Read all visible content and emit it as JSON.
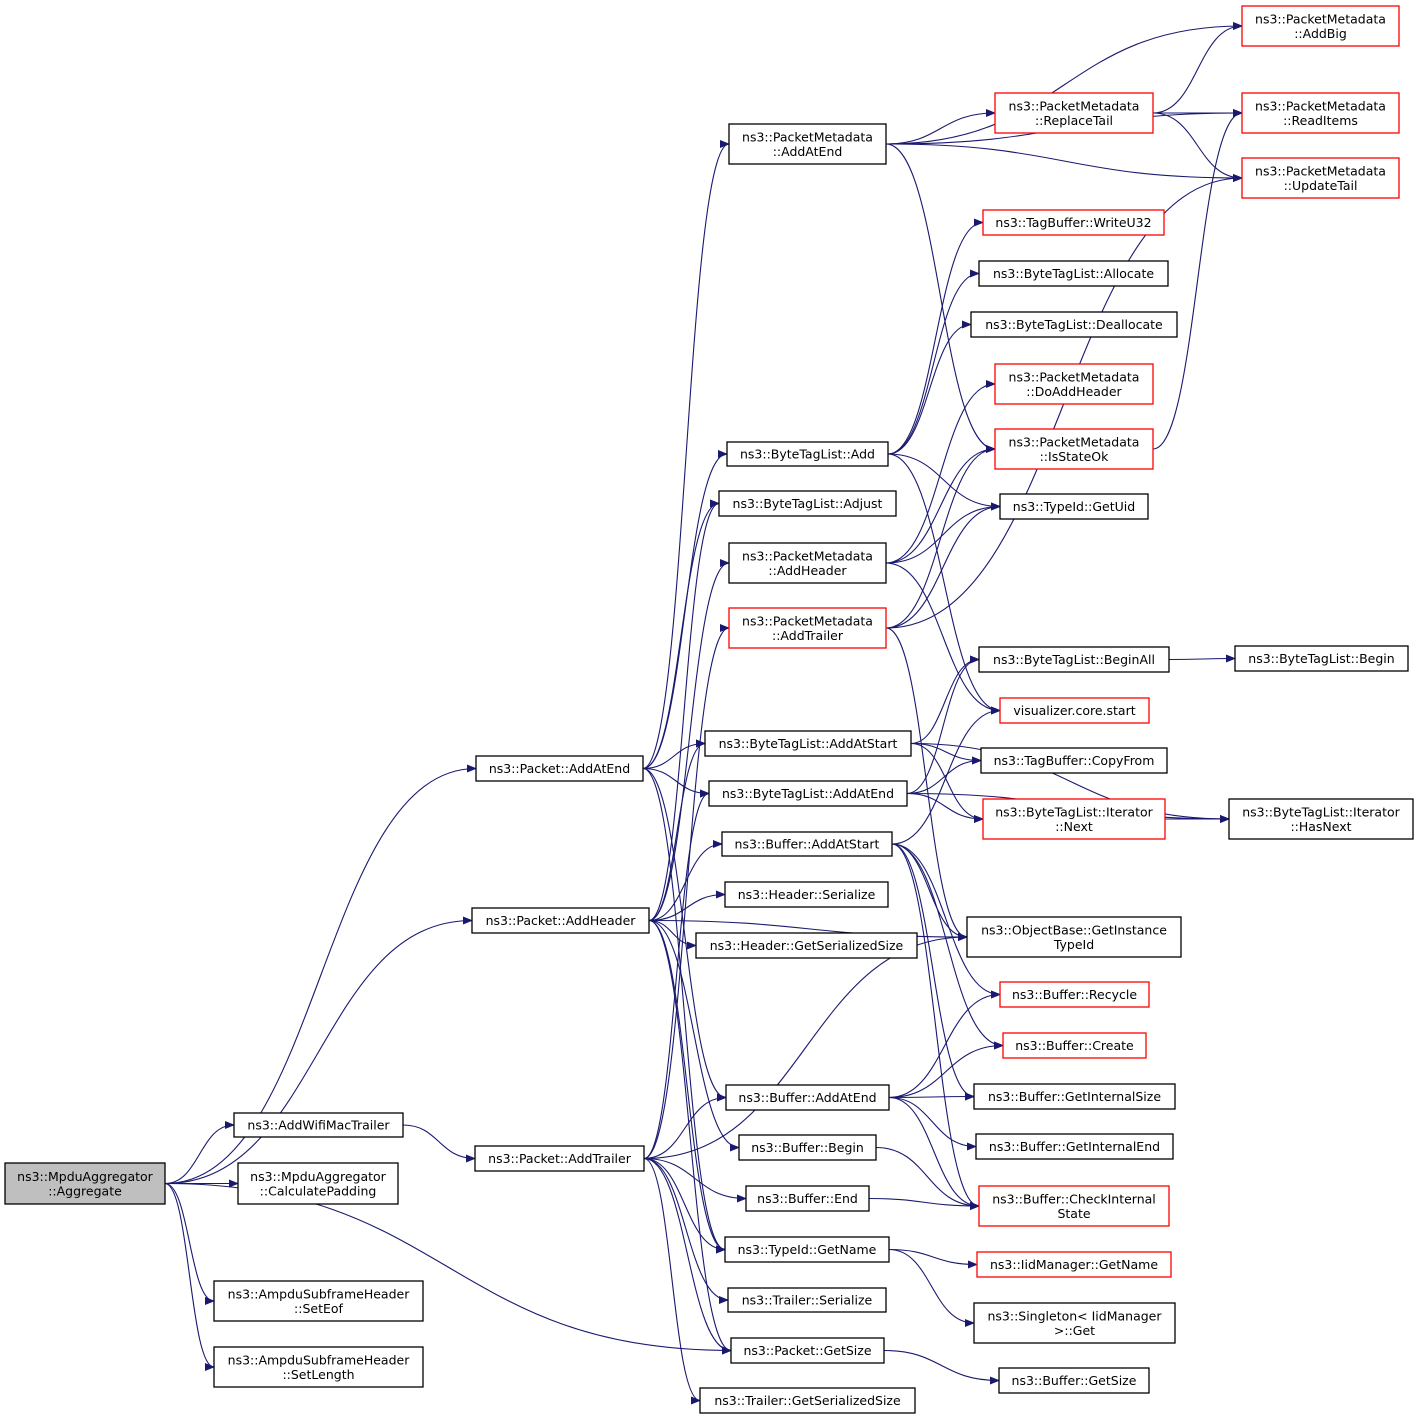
{
  "graph": {
    "colors": {
      "edge": "#191970",
      "node_border": "#000000",
      "incomplete_border": "#ff0000",
      "root_fill": "#bfbfbf",
      "node_fill": "#ffffff"
    },
    "nodes": [
      {
        "id": "aggregate",
        "lines": [
          "ns3::MpduAggregator",
          "::Aggregate"
        ],
        "root": true
      },
      {
        "id": "pkt_addatend",
        "lines": [
          "ns3::Packet::AddAtEnd"
        ]
      },
      {
        "id": "pkt_addheader",
        "lines": [
          "ns3::Packet::AddHeader"
        ]
      },
      {
        "id": "addwifimactrailer",
        "lines": [
          "ns3::AddWifiMacTrailer"
        ]
      },
      {
        "id": "calcpadding",
        "lines": [
          "ns3::MpduAggregator",
          "::CalculatePadding"
        ]
      },
      {
        "id": "seteof",
        "lines": [
          "ns3::AmpduSubframeHeader",
          "::SetEof"
        ]
      },
      {
        "id": "setlength",
        "lines": [
          "ns3::AmpduSubframeHeader",
          "::SetLength"
        ]
      },
      {
        "id": "pkt_addtrailer",
        "lines": [
          "ns3::Packet::AddTrailer"
        ]
      },
      {
        "id": "pm_addatend",
        "lines": [
          "ns3::PacketMetadata",
          "::AddAtEnd"
        ]
      },
      {
        "id": "btl_add",
        "lines": [
          "ns3::ByteTagList::Add"
        ]
      },
      {
        "id": "btl_adjust",
        "lines": [
          "ns3::ByteTagList::Adjust"
        ]
      },
      {
        "id": "pm_addheader",
        "lines": [
          "ns3::PacketMetadata",
          "::AddHeader"
        ]
      },
      {
        "id": "pm_addtrailer",
        "lines": [
          "ns3::PacketMetadata",
          "::AddTrailer"
        ],
        "red": true
      },
      {
        "id": "btl_addatstart",
        "lines": [
          "ns3::ByteTagList::AddAtStart"
        ]
      },
      {
        "id": "btl_addatend",
        "lines": [
          "ns3::ByteTagList::AddAtEnd"
        ]
      },
      {
        "id": "buf_addatstart",
        "lines": [
          "ns3::Buffer::AddAtStart"
        ]
      },
      {
        "id": "hdr_serialize",
        "lines": [
          "ns3::Header::Serialize"
        ]
      },
      {
        "id": "hdr_getsersize",
        "lines": [
          "ns3::Header::GetSerializedSize"
        ]
      },
      {
        "id": "buf_addatend",
        "lines": [
          "ns3::Buffer::AddAtEnd"
        ]
      },
      {
        "id": "buf_begin",
        "lines": [
          "ns3::Buffer::Begin"
        ]
      },
      {
        "id": "buf_end",
        "lines": [
          "ns3::Buffer::End"
        ]
      },
      {
        "id": "typeid_getname",
        "lines": [
          "ns3::TypeId::GetName"
        ]
      },
      {
        "id": "trl_serialize",
        "lines": [
          "ns3::Trailer::Serialize"
        ]
      },
      {
        "id": "pkt_getsize",
        "lines": [
          "ns3::Packet::GetSize"
        ]
      },
      {
        "id": "trl_getsersize",
        "lines": [
          "ns3::Trailer::GetSerializedSize"
        ]
      },
      {
        "id": "pm_replacetail",
        "lines": [
          "ns3::PacketMetadata",
          "::ReplaceTail"
        ],
        "red": true
      },
      {
        "id": "tb_writeu32",
        "lines": [
          "ns3::TagBuffer::WriteU32"
        ],
        "red": true
      },
      {
        "id": "btl_allocate",
        "lines": [
          "ns3::ByteTagList::Allocate"
        ]
      },
      {
        "id": "btl_deallocate",
        "lines": [
          "ns3::ByteTagList::Deallocate"
        ]
      },
      {
        "id": "pm_doaddheader",
        "lines": [
          "ns3::PacketMetadata",
          "::DoAddHeader"
        ],
        "red": true
      },
      {
        "id": "pm_isstateok",
        "lines": [
          "ns3::PacketMetadata",
          "::IsStateOk"
        ],
        "red": true
      },
      {
        "id": "typeid_getuid",
        "lines": [
          "ns3::TypeId::GetUid"
        ]
      },
      {
        "id": "btl_beginall",
        "lines": [
          "ns3::ByteTagList::BeginAll"
        ]
      },
      {
        "id": "vis_start",
        "lines": [
          "visualizer.core.start"
        ],
        "red": true
      },
      {
        "id": "tb_copyfrom",
        "lines": [
          "ns3::TagBuffer::CopyFrom"
        ]
      },
      {
        "id": "btl_it_next",
        "lines": [
          "ns3::ByteTagList::Iterator",
          "::Next"
        ],
        "red": true
      },
      {
        "id": "ob_getinstancetypeid",
        "lines": [
          "ns3::ObjectBase::GetInstance",
          "TypeId"
        ]
      },
      {
        "id": "buf_recycle",
        "lines": [
          "ns3::Buffer::Recycle"
        ],
        "red": true
      },
      {
        "id": "buf_create",
        "lines": [
          "ns3::Buffer::Create"
        ],
        "red": true
      },
      {
        "id": "buf_getinternalsize",
        "lines": [
          "ns3::Buffer::GetInternalSize"
        ]
      },
      {
        "id": "buf_getinternalend",
        "lines": [
          "ns3::Buffer::GetInternalEnd"
        ]
      },
      {
        "id": "buf_checkinternalstate",
        "lines": [
          "ns3::Buffer::CheckInternal",
          "State"
        ],
        "red": true
      },
      {
        "id": "iid_getname",
        "lines": [
          "ns3::IidManager::GetName"
        ],
        "red": true
      },
      {
        "id": "singleton_get",
        "lines": [
          "ns3::Singleton< IidManager",
          ">::Get"
        ]
      },
      {
        "id": "buf_getsize",
        "lines": [
          "ns3::Buffer::GetSize"
        ]
      },
      {
        "id": "pm_addbig",
        "lines": [
          "ns3::PacketMetadata",
          "::AddBig"
        ],
        "red": true
      },
      {
        "id": "pm_readitems",
        "lines": [
          "ns3::PacketMetadata",
          "::ReadItems"
        ],
        "red": true
      },
      {
        "id": "pm_updatetail",
        "lines": [
          "ns3::PacketMetadata",
          "::UpdateTail"
        ],
        "red": true
      },
      {
        "id": "btl_begin",
        "lines": [
          "ns3::ByteTagList::Begin"
        ]
      },
      {
        "id": "btl_it_hasnext",
        "lines": [
          "ns3::ByteTagList::Iterator",
          "::HasNext"
        ]
      }
    ],
    "edges": [
      [
        "aggregate",
        "pkt_addatend"
      ],
      [
        "aggregate",
        "pkt_addheader"
      ],
      [
        "aggregate",
        "addwifimactrailer"
      ],
      [
        "aggregate",
        "calcpadding"
      ],
      [
        "aggregate",
        "pkt_getsize"
      ],
      [
        "aggregate",
        "seteof"
      ],
      [
        "aggregate",
        "setlength"
      ],
      [
        "addwifimactrailer",
        "pkt_addtrailer"
      ],
      [
        "pkt_addatend",
        "pm_addatend"
      ],
      [
        "pkt_addatend",
        "btl_add"
      ],
      [
        "pkt_addatend",
        "btl_adjust"
      ],
      [
        "pkt_addatend",
        "btl_addatstart"
      ],
      [
        "pkt_addatend",
        "btl_addatend"
      ],
      [
        "pkt_addatend",
        "buf_addatend"
      ],
      [
        "pkt_addatend",
        "typeid_getname"
      ],
      [
        "pkt_addheader",
        "btl_adjust"
      ],
      [
        "pkt_addheader",
        "btl_addatstart"
      ],
      [
        "pkt_addheader",
        "buf_addatstart"
      ],
      [
        "pkt_addheader",
        "hdr_serialize"
      ],
      [
        "pkt_addheader",
        "hdr_getsersize"
      ],
      [
        "pkt_addheader",
        "pm_addheader"
      ],
      [
        "pkt_addheader",
        "ob_getinstancetypeid"
      ],
      [
        "pkt_addheader",
        "buf_begin"
      ],
      [
        "pkt_addheader",
        "typeid_getname"
      ],
      [
        "pkt_addheader",
        "pkt_getsize"
      ],
      [
        "pkt_addtrailer",
        "btl_addatend"
      ],
      [
        "pkt_addtrailer",
        "buf_addatend"
      ],
      [
        "pkt_addtrailer",
        "pm_addtrailer"
      ],
      [
        "pkt_addtrailer",
        "buf_end"
      ],
      [
        "pkt_addtrailer",
        "typeid_getname"
      ],
      [
        "pkt_addtrailer",
        "trl_serialize"
      ],
      [
        "pkt_addtrailer",
        "pkt_getsize"
      ],
      [
        "pkt_addtrailer",
        "trl_getsersize"
      ],
      [
        "pkt_addtrailer",
        "ob_getinstancetypeid"
      ],
      [
        "pm_addatend",
        "pm_addbig"
      ],
      [
        "pm_addatend",
        "pm_readitems"
      ],
      [
        "pm_addatend",
        "pm_replacetail"
      ],
      [
        "pm_addatend",
        "pm_updatetail"
      ],
      [
        "pm_addatend",
        "pm_isstateok"
      ],
      [
        "pm_replacetail",
        "pm_addbig"
      ],
      [
        "pm_replacetail",
        "pm_readitems"
      ],
      [
        "pm_replacetail",
        "pm_updatetail"
      ],
      [
        "btl_add",
        "tb_writeu32"
      ],
      [
        "btl_add",
        "btl_allocate"
      ],
      [
        "btl_add",
        "btl_deallocate"
      ],
      [
        "btl_add",
        "typeid_getuid"
      ],
      [
        "btl_add",
        "vis_start"
      ],
      [
        "pm_addheader",
        "pm_doaddheader"
      ],
      [
        "pm_addheader",
        "pm_isstateok"
      ],
      [
        "pm_addheader",
        "typeid_getuid"
      ],
      [
        "pm_addheader",
        "vis_start"
      ],
      [
        "pm_addtrailer",
        "pm_isstateok"
      ],
      [
        "pm_addtrailer",
        "typeid_getuid"
      ],
      [
        "pm_addtrailer",
        "pm_updatetail"
      ],
      [
        "pm_addtrailer",
        "ob_getinstancetypeid"
      ],
      [
        "pm_isstateok",
        "pm_readitems"
      ],
      [
        "btl_addatstart",
        "btl_beginall"
      ],
      [
        "btl_addatstart",
        "btl_it_hasnext"
      ],
      [
        "btl_addatstart",
        "tb_copyfrom"
      ],
      [
        "btl_addatstart",
        "btl_it_next"
      ],
      [
        "btl_addatend",
        "btl_beginall"
      ],
      [
        "btl_addatend",
        "tb_copyfrom"
      ],
      [
        "btl_addatend",
        "btl_it_next"
      ],
      [
        "btl_addatend",
        "btl_it_hasnext"
      ],
      [
        "btl_beginall",
        "btl_begin"
      ],
      [
        "btl_it_next",
        "btl_it_hasnext"
      ],
      [
        "buf_addatstart",
        "vis_start"
      ],
      [
        "buf_addatstart",
        "ob_getinstancetypeid"
      ],
      [
        "buf_addatstart",
        "buf_recycle"
      ],
      [
        "buf_addatstart",
        "buf_create"
      ],
      [
        "buf_addatstart",
        "buf_getinternalsize"
      ],
      [
        "buf_addatstart",
        "buf_checkinternalstate"
      ],
      [
        "buf_addatend",
        "buf_recycle"
      ],
      [
        "buf_addatend",
        "buf_create"
      ],
      [
        "buf_addatend",
        "buf_getinternalsize"
      ],
      [
        "buf_addatend",
        "buf_getinternalend"
      ],
      [
        "buf_addatend",
        "buf_checkinternalstate"
      ],
      [
        "buf_begin",
        "buf_checkinternalstate"
      ],
      [
        "buf_end",
        "buf_checkinternalstate"
      ],
      [
        "typeid_getname",
        "iid_getname"
      ],
      [
        "typeid_getname",
        "singleton_get"
      ],
      [
        "pkt_getsize",
        "buf_getsize"
      ]
    ]
  }
}
